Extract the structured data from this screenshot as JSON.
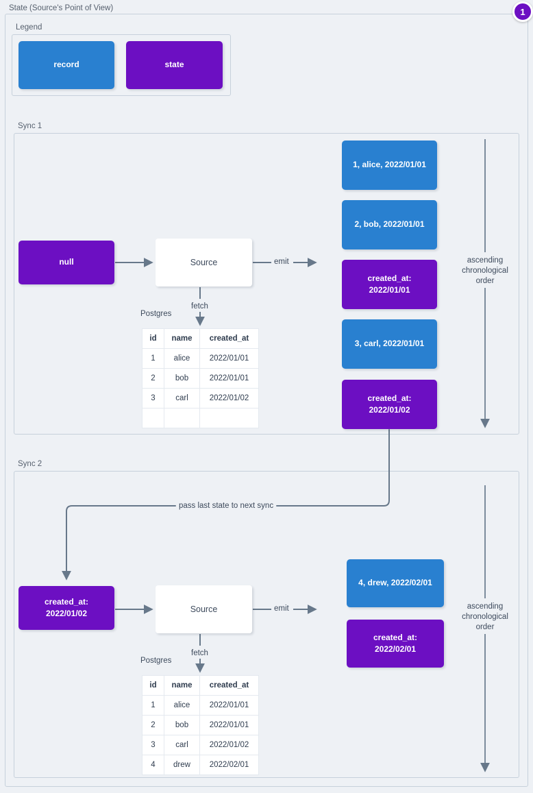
{
  "diagram": {
    "title": "State (Source's Point of View)",
    "badge": "1",
    "colors": {
      "record": "#2980d0",
      "state": "#6c0fc2",
      "background": "#eef1f5",
      "border": "#c6d0db",
      "edge": "#67788a",
      "text": "#3d4a5c"
    }
  },
  "legend": {
    "label": "Legend",
    "items": [
      {
        "key": "record",
        "label": "record",
        "color": "#2980d0"
      },
      {
        "key": "state",
        "label": "state",
        "color": "#6c0fc2"
      }
    ]
  },
  "sync1": {
    "label": "Sync 1",
    "input_state": "null",
    "source": "Source",
    "fetch_label": "fetch",
    "emit_label": "emit",
    "db_label": "Postgres",
    "order_label": "ascending\nchronological\norder",
    "table": {
      "headers": [
        "id",
        "name",
        "created_at"
      ],
      "rows": [
        [
          "1",
          "alice",
          "2022/01/01"
        ],
        [
          "2",
          "bob",
          "2022/01/01"
        ],
        [
          "3",
          "carl",
          "2022/01/02"
        ],
        [
          "",
          "",
          ""
        ]
      ]
    },
    "emitted": [
      {
        "type": "record",
        "text": "1, alice, 2022/01/01"
      },
      {
        "type": "record",
        "text": "2, bob, 2022/01/01"
      },
      {
        "type": "state",
        "text": "created_at:\n2022/01/01"
      },
      {
        "type": "record",
        "text": "3, carl, 2022/01/01"
      },
      {
        "type": "state",
        "text": "created_at:\n2022/01/02"
      }
    ]
  },
  "sync2": {
    "label": "Sync 2",
    "input_state": "created_at:\n2022/01/02",
    "source": "Source",
    "fetch_label": "fetch",
    "emit_label": "emit",
    "db_label": "Postgres",
    "order_label": "ascending\nchronological\norder",
    "pass_label": "pass last state to next sync",
    "table": {
      "headers": [
        "id",
        "name",
        "created_at"
      ],
      "rows": [
        [
          "1",
          "alice",
          "2022/01/01"
        ],
        [
          "2",
          "bob",
          "2022/01/01"
        ],
        [
          "3",
          "carl",
          "2022/01/02"
        ],
        [
          "4",
          "drew",
          "2022/02/01"
        ]
      ]
    },
    "emitted": [
      {
        "type": "record",
        "text": "4, drew, 2022/02/01"
      },
      {
        "type": "state",
        "text": "created_at:\n2022/02/01"
      }
    ]
  }
}
